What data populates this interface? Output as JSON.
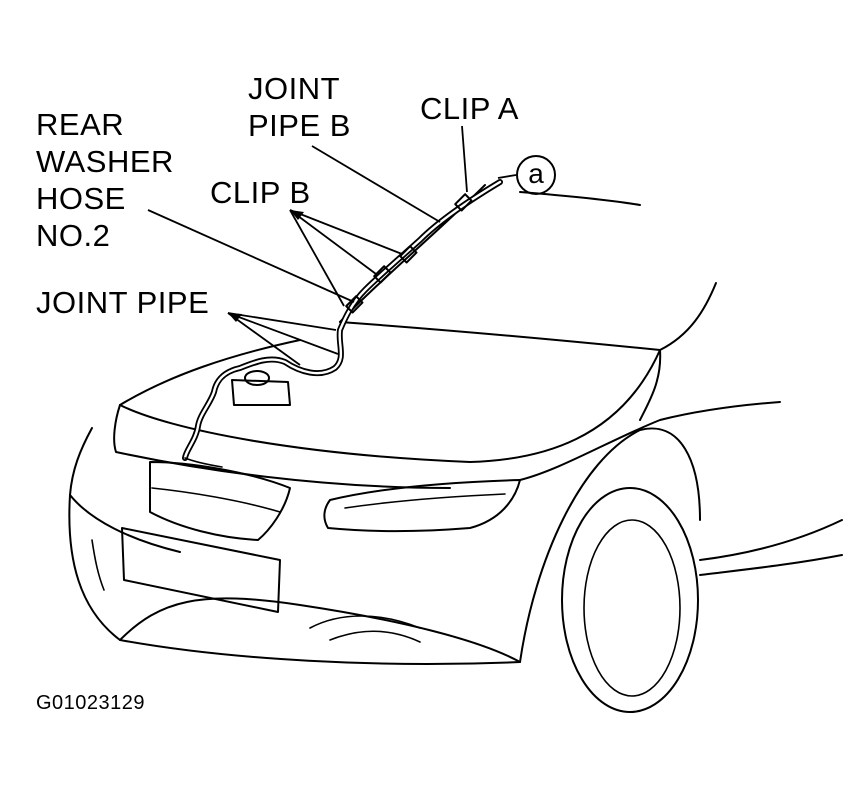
{
  "labels": {
    "joint_pipe_b": [
      "JOINT",
      "PIPE B"
    ],
    "clip_a": "CLIP A",
    "rear_washer_hose": [
      "REAR",
      "WASHER",
      "HOSE",
      "NO.2"
    ],
    "clip_b": "CLIP B",
    "joint_pipe": "JOINT PIPE"
  },
  "reference_marker": "a",
  "figure_code": "G01023129",
  "icons": [
    "car-front-outline",
    "washer-hose-route"
  ]
}
